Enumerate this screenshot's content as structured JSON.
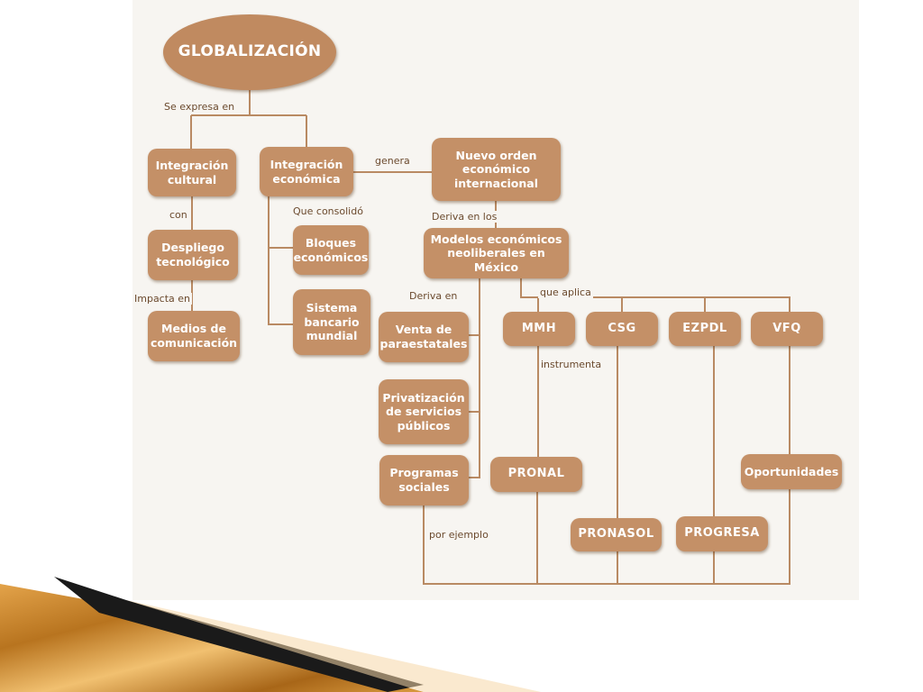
{
  "diagram": {
    "title": "GLOBALIZACIÓN",
    "nodes": {
      "integracion_cultural": "Integración\ncultural",
      "integracion_economica": "Integración\neconómica",
      "nuevo_orden": "Nuevo orden\neconómico\ninternacional",
      "despliego": "Despliego\ntecnológico",
      "medios": "Medios de\ncomunicación",
      "bloques": "Bloques\neconómicos",
      "sistema": "Sistema\nbancario\nmundial",
      "modelos": "Modelos económicos\nneoliberales en México",
      "venta": "Venta de\nparaestatales",
      "privatizacion": "Privatización\nde servicios\npúblicos",
      "programas": "Programas\nsociales",
      "mmh": "MMH",
      "csg": "CSG",
      "ezpdl": "EZPDL",
      "vfq": "VFQ",
      "pronal": "PRONAL",
      "oportunidades": "Oportunidades",
      "pronasol": "PRONASOL",
      "progresa": "PROGRESA"
    },
    "labels": {
      "se_expresa_en": "Se expresa en",
      "genera": "genera",
      "con": "con",
      "que_consolido": "Que consolidó",
      "deriva_en_los": "Deriva en los",
      "impacta_en": "Impacta en",
      "deriva_en": "Deriva en",
      "que_aplica": "que aplica",
      "instrumenta": "instrumenta",
      "por_ejemplo": "por ejemplo"
    }
  },
  "colors": {
    "node_fill": "#c49067",
    "line": "#b98a63",
    "text": "#ffffff",
    "accent_dark": "#1a1a1a",
    "accent_gold": "#c98a2f"
  }
}
